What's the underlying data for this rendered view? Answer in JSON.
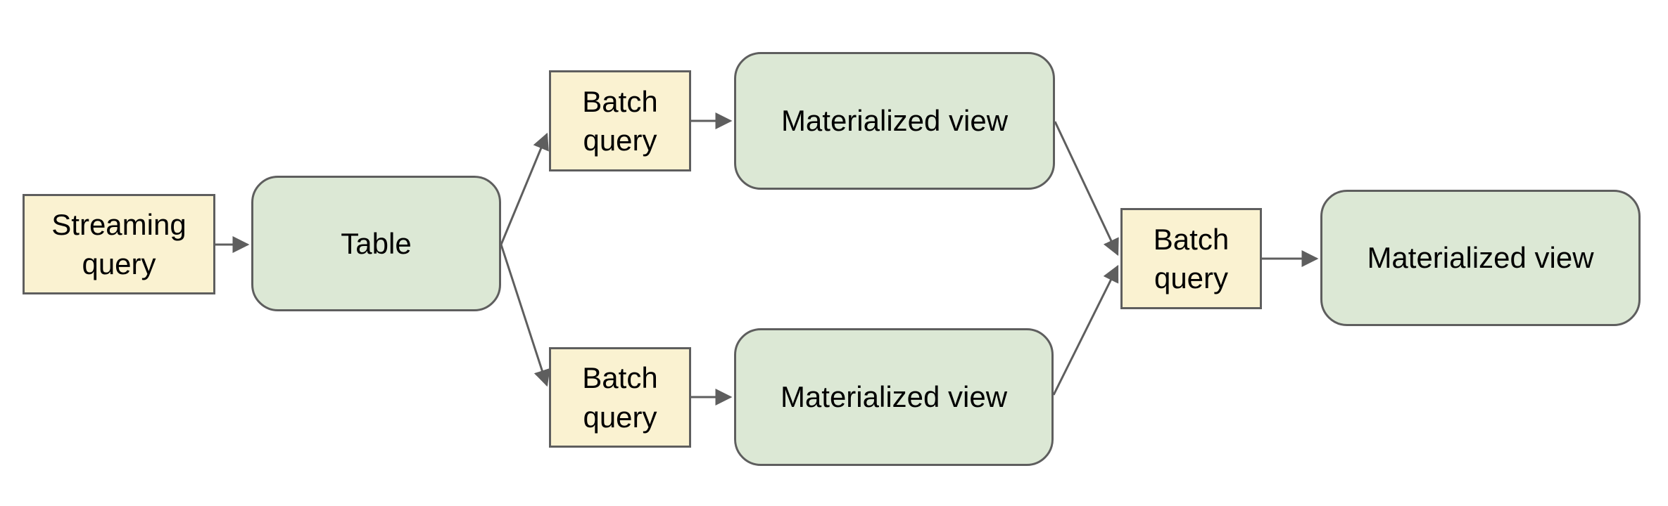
{
  "diagram": {
    "background_color": "#ffffff",
    "palette": {
      "query_fill": "#faf2d1",
      "view_fill": "#dce8d5",
      "border_color": "#5e5e5e",
      "arrow_color": "#5e5e5e",
      "text_color": "#000000"
    },
    "nodes": {
      "streaming_query": {
        "label": "Streaming query",
        "shape": "rectangle",
        "fill": "#faf2d1"
      },
      "table": {
        "label": "Table",
        "shape": "rounded-rectangle",
        "fill": "#dce8d5"
      },
      "batch_query_top": {
        "label": "Batch query",
        "shape": "rectangle",
        "fill": "#faf2d1"
      },
      "materialized_view_top": {
        "label": "Materialized view",
        "shape": "rounded-rectangle",
        "fill": "#dce8d5"
      },
      "batch_query_bottom": {
        "label": "Batch query",
        "shape": "rectangle",
        "fill": "#faf2d1"
      },
      "materialized_view_bottom": {
        "label": "Materialized view",
        "shape": "rounded-rectangle",
        "fill": "#dce8d5"
      },
      "batch_query_merge": {
        "label": "Batch query",
        "shape": "rectangle",
        "fill": "#faf2d1"
      },
      "materialized_view_final": {
        "label": "Materialized view",
        "shape": "rounded-rectangle",
        "fill": "#dce8d5"
      }
    },
    "edges": [
      {
        "from": "streaming_query",
        "to": "table"
      },
      {
        "from": "table",
        "to": "batch_query_top"
      },
      {
        "from": "batch_query_top",
        "to": "materialized_view_top"
      },
      {
        "from": "materialized_view_top",
        "to": "batch_query_merge"
      },
      {
        "from": "table",
        "to": "batch_query_bottom"
      },
      {
        "from": "batch_query_bottom",
        "to": "materialized_view_bottom"
      },
      {
        "from": "materialized_view_bottom",
        "to": "batch_query_merge"
      },
      {
        "from": "batch_query_merge",
        "to": "materialized_view_final"
      }
    ]
  }
}
